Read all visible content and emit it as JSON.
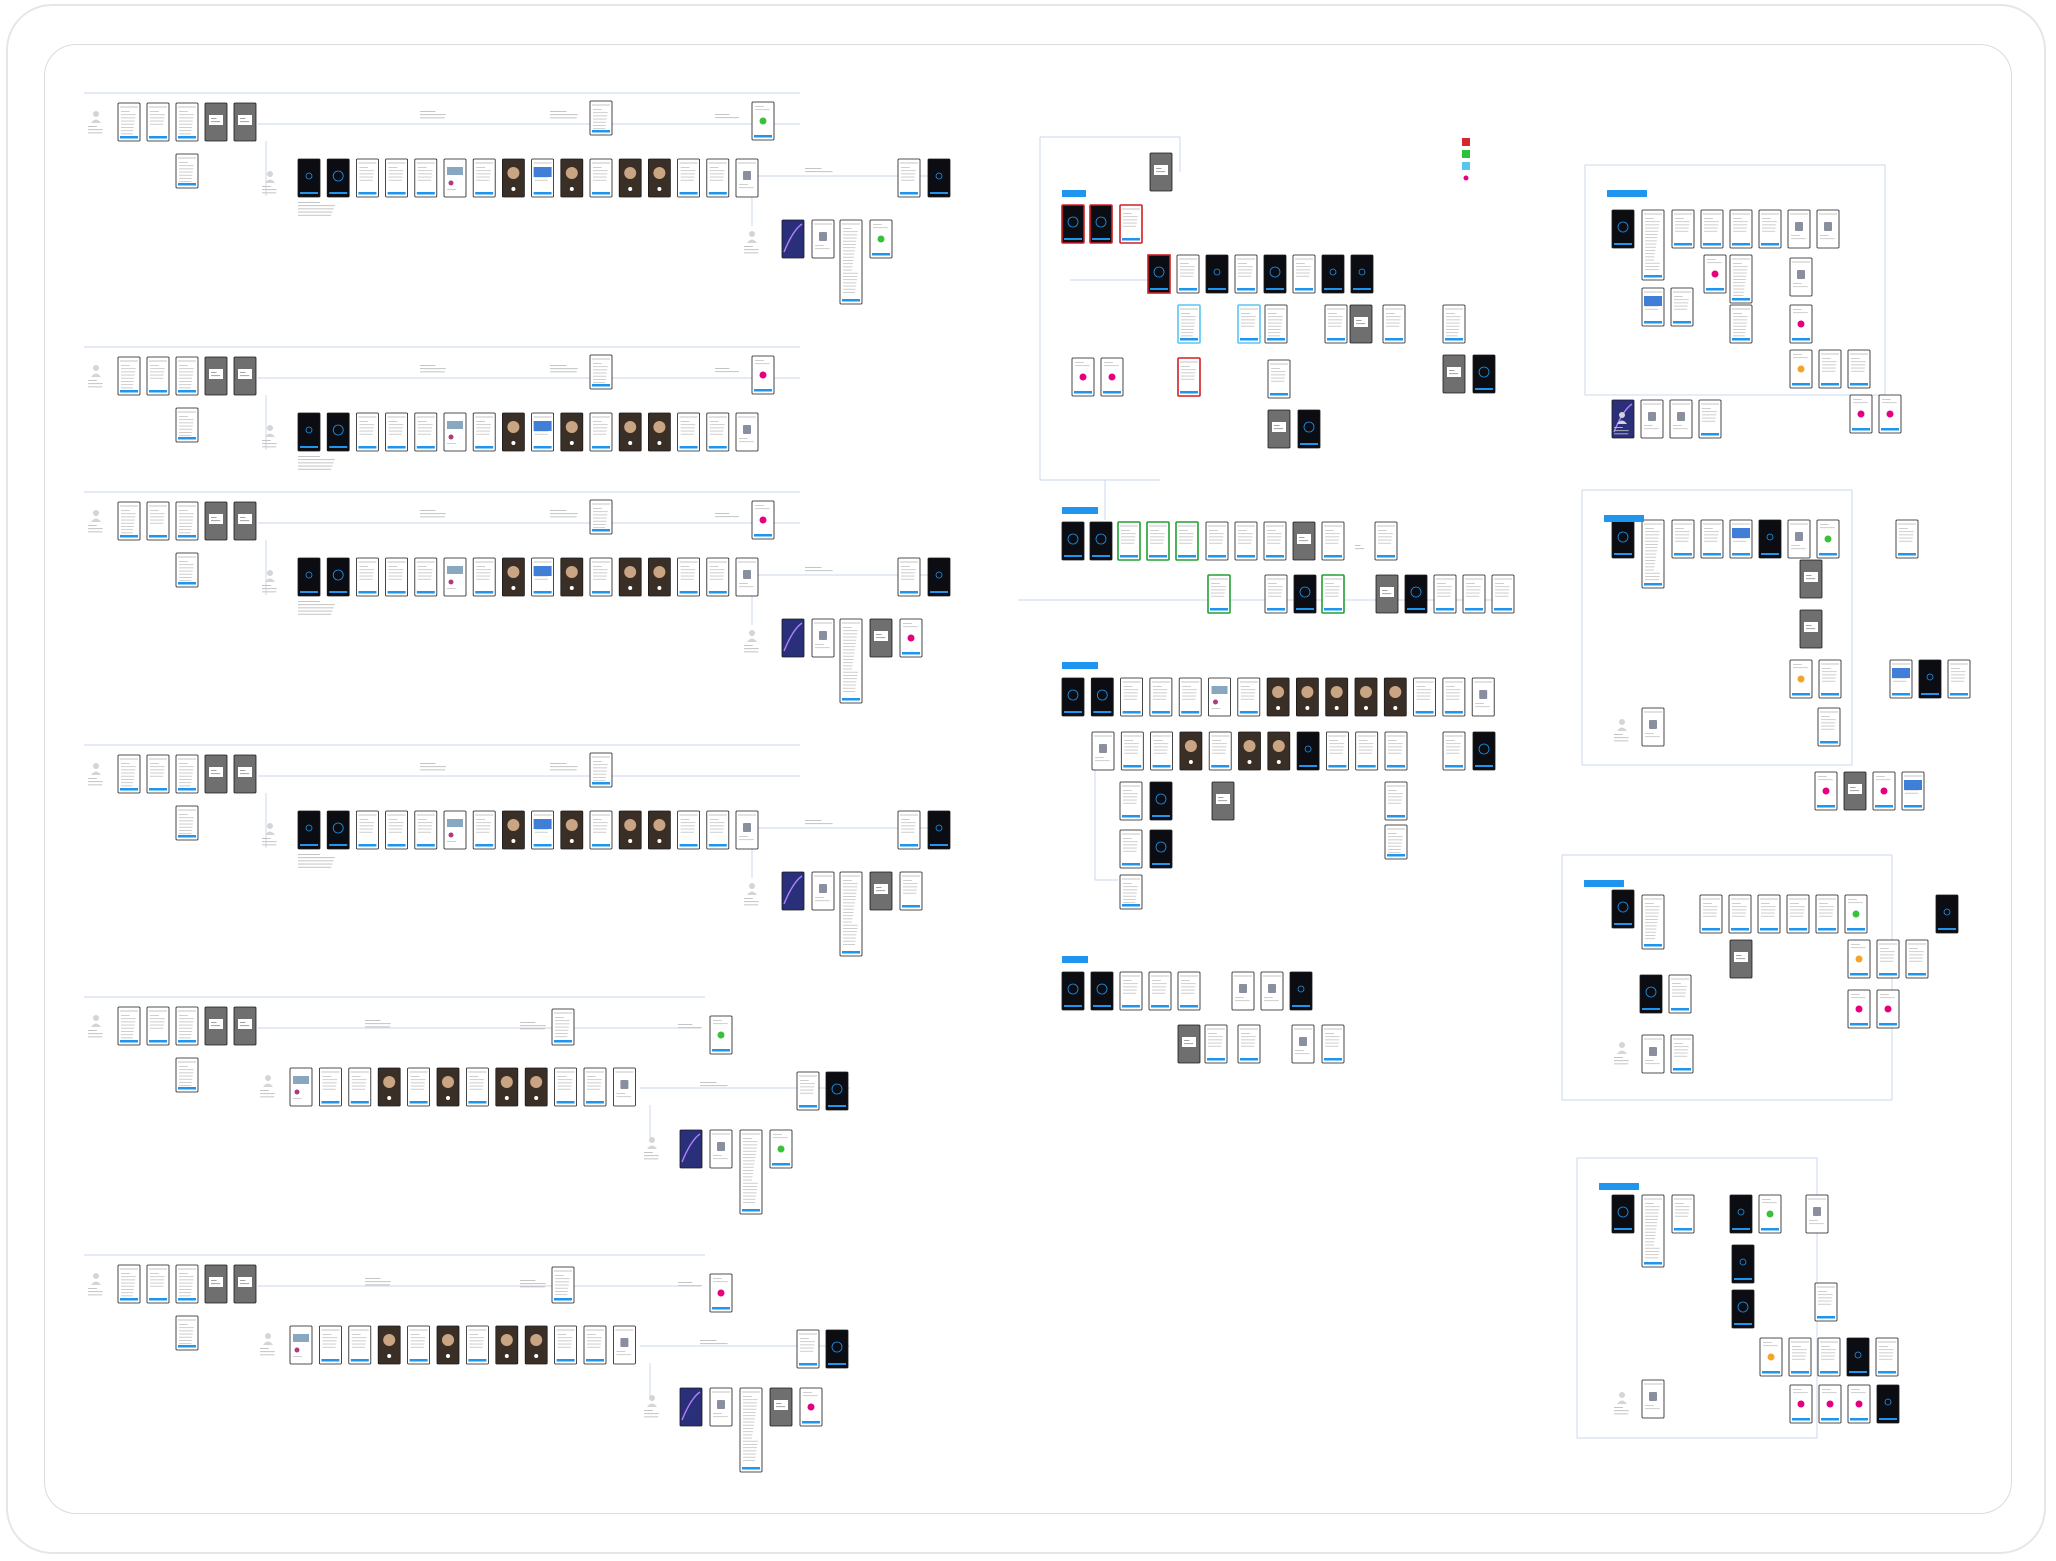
{
  "canvas": {
    "background": "#ffffff",
    "frame_color": "#e6e6e6"
  },
  "colors": {
    "primary_blue": "#1e96f0",
    "dark_screen": "#0b0d12",
    "gray_screen": "#6f6f6f",
    "connector": "#b7c9e6",
    "magenta": "#e6007e",
    "green": "#3ac13a",
    "orange": "#f3a52a",
    "red_outline": "#d01f26",
    "green_outline": "#22a033",
    "legend_red": "#d7262c",
    "legend_green": "#2cc33b",
    "legend_blue": "#59c6f0",
    "legend_magenta": "#e6007e"
  },
  "legend": {
    "items": [
      {
        "label": "",
        "color": "#d7262c"
      },
      {
        "label": "",
        "color": "#2cc33b"
      },
      {
        "label": "",
        "color": "#59c6f0"
      },
      {
        "label": "",
        "color": "#e6007e"
      }
    ]
  },
  "flow_rows": [
    {
      "heading": "",
      "highlight": ""
    },
    {
      "heading": "",
      "highlight": ""
    },
    {
      "heading": "",
      "highlight": ""
    },
    {
      "heading": "",
      "highlight": ""
    },
    {
      "heading": "",
      "highlight": ""
    },
    {
      "heading": "",
      "highlight": ""
    }
  ],
  "section_tags": [
    {
      "label": ""
    },
    {
      "label": ""
    },
    {
      "label": ""
    },
    {
      "label": ""
    },
    {
      "label": ""
    },
    {
      "label": ""
    },
    {
      "label": ""
    },
    {
      "label": ""
    }
  ],
  "screen_types": [
    "white",
    "dark",
    "gray",
    "photo",
    "magenta-dot",
    "green-dot",
    "orange-dot",
    "galaxy",
    "list"
  ]
}
